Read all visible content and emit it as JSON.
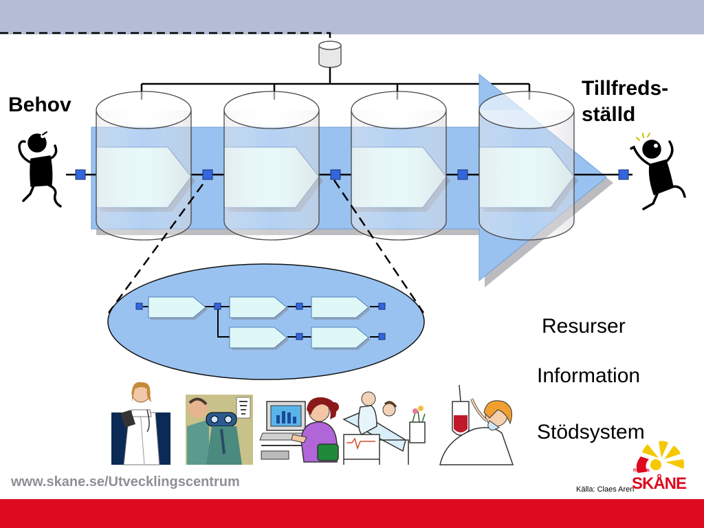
{
  "labels": {
    "behov": "Behov",
    "tillfreds_line1": "Tillfreds-",
    "tillfreds_line2": "ställd",
    "resurser": "Resurser",
    "information": "Information",
    "stodsystem": "Stödsystem",
    "url": "www.skane.se/Utvecklingscentrum",
    "source": "Källa: Claes Aren"
  },
  "logo": {
    "region_text": "REGION",
    "name": "SKÅNE"
  },
  "colors": {
    "top_band": "#b4bdd3",
    "bottom_bar": "#de0a1e",
    "process_arrow": "#99c2f0",
    "step_fill": "#dff7f7",
    "node_fill": "#3366dd",
    "ellipse_fill": "#99c2f0",
    "logo_yellow": "#f5c800",
    "logo_red": "#de0a1e"
  },
  "icons": [
    "database-icon",
    "stressed-person-icon",
    "happy-person-icon",
    "doctor-icon",
    "eye-exam-icon",
    "computer-worker-icon",
    "hospital-bed-icon",
    "iv-drip-nurse-icon",
    "region-skane-logo-icon"
  ]
}
